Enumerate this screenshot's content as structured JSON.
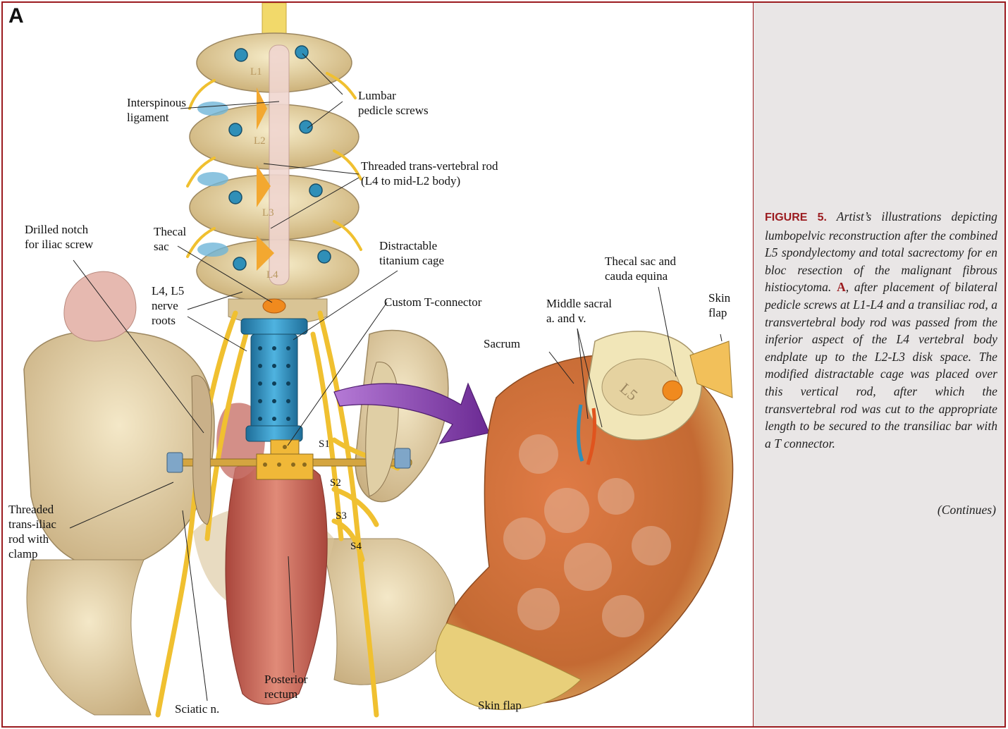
{
  "panel_letter": "A",
  "labels": {
    "interspinous_ligament": "Interspinous\nligament",
    "lumbar_pedicle_screws": "Lumbar\npedicle screws",
    "threaded_rod": "Threaded trans-vertebral rod\n(L4 to mid-L2 body)",
    "drilled_notch": "Drilled notch\nfor iliac screw",
    "thecal_sac": "Thecal\nsac",
    "distractable_cage": "Distractable\ntitanium cage",
    "nerve_roots": "L4, L5\nnerve\nroots",
    "t_connector": "Custom T-connector",
    "threaded_iliac_rod": "Threaded\ntrans-iliac\nrod with\nclamp",
    "s1": "S1",
    "s2": "S2",
    "s3": "S3",
    "s4": "S4",
    "sciatic": "Sciatic n.",
    "posterior_rectum": "Posterior\nrectum",
    "thecal_sac_cauda": "Thecal sac and\ncauda equina",
    "middle_sacral": "Middle sacral\na. and v.",
    "skin_flap_top": "Skin\nflap",
    "sacrum": "Sacrum",
    "skin_flap_bottom": "Skin flap",
    "vert_l1": "L1",
    "vert_l2": "L2",
    "vert_l3": "L3",
    "vert_l4": "L4",
    "vert_l5": "L5"
  },
  "caption": {
    "figure": "FIGURE 5.",
    "text_before": "Artist’s illustrations depicting lumbopelvic reconstruction after the combined L5 spondylectomy and total sacrectomy for en bloc resection of the malignant fibrous histiocytoma.",
    "ref": "A",
    "text_after": ", after placement of bilateral pedicle screws at L1-L4 and a transiliac rod, a transvertebral body rod was passed from the inferior aspect of the L4 vertebral body endplate up to the L2-L3 disk space. The modified distractable cage was placed over this vertical rod, after which the transvertebral rod was cut to the appropriate length to be secured to the transiliac bar with a T connector.",
    "continues": "(Continues)"
  },
  "colors": {
    "border": "#9b1b1f",
    "bone": "#e8d9a8",
    "nerve": "#f0c030",
    "screw": "#2f8fb8",
    "arrow": "#8a3fb0",
    "tissue": "#c8643a"
  }
}
